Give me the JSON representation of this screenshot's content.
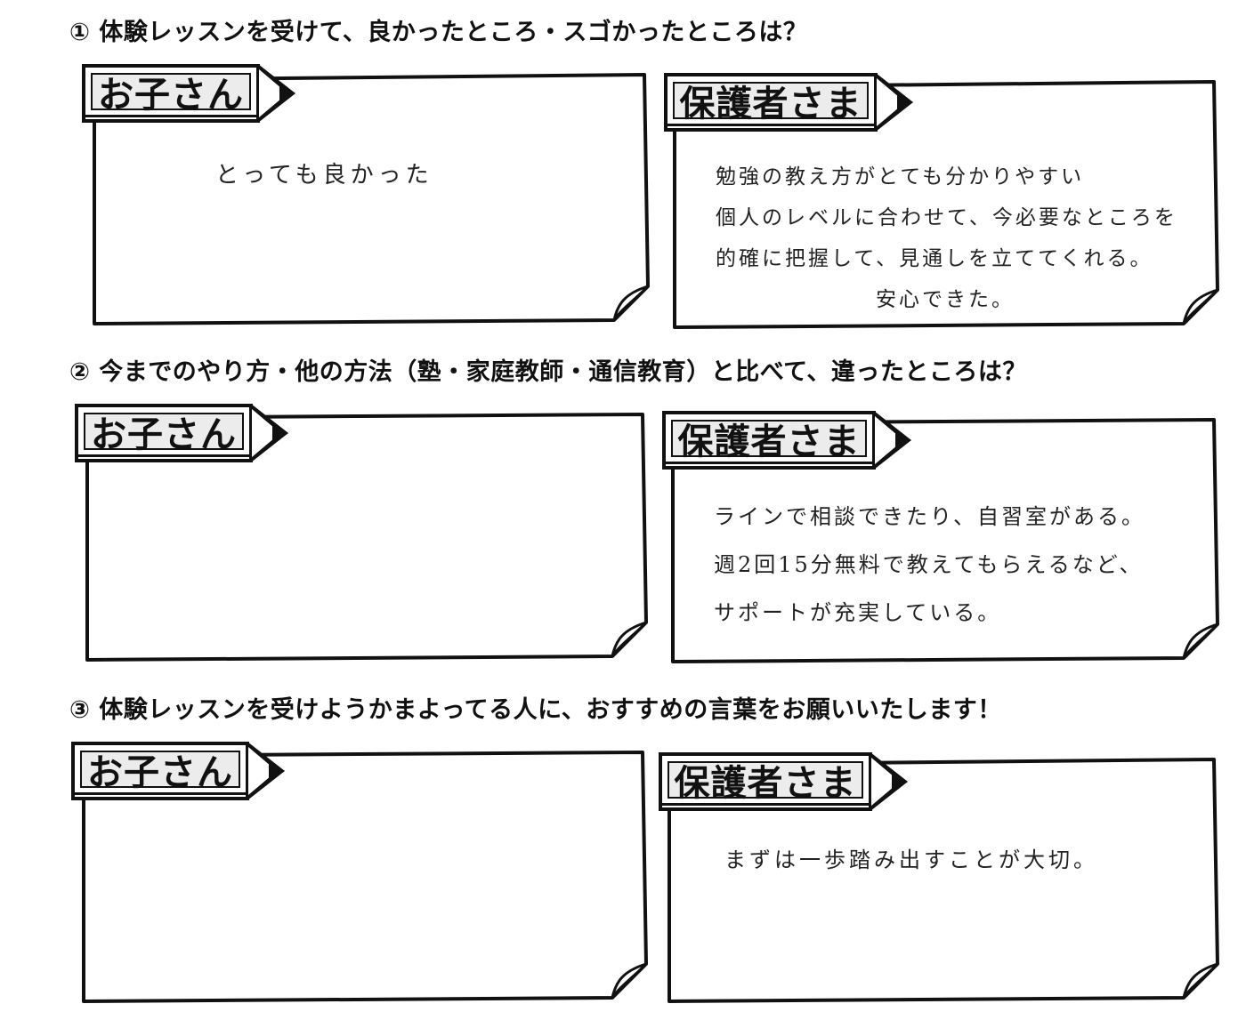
{
  "questions": [
    {
      "heading": "① 体験レッスンを受けて、良かったところ・スゴかったところは？",
      "child": {
        "label": "お子さん",
        "lines": [
          "とっても良かった"
        ]
      },
      "parent": {
        "label": "保護者さま",
        "lines": [
          "勉強の教え方がとても分かりやすい",
          "個人のレベルに合わせて、今必要なところを",
          "的確に把握して、見通しを立ててくれる。",
          "安心できた。"
        ]
      }
    },
    {
      "heading": "② 今までのやり方・他の方法（塾・家庭教師・通信教育）と比べて、違ったところは？",
      "child": {
        "label": "お子さん",
        "lines": []
      },
      "parent": {
        "label": "保護者さま",
        "lines": [
          "ラインで相談できたり、自習室がある。",
          "週2回15分無料で教えてもらえるなど、",
          "サポートが充実している。"
        ]
      }
    },
    {
      "heading": "③ 体験レッスンを受けようかまよってる人に、おすすめの言葉をお願いいたします！",
      "child": {
        "label": "お子さん",
        "lines": []
      },
      "parent": {
        "label": "保護者さま",
        "lines": [
          "まずは一歩踏み出すことが大切。"
        ]
      }
    }
  ]
}
